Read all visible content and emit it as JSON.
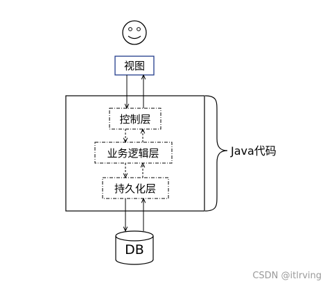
{
  "view_label": "视图",
  "layers": {
    "control": "控制层",
    "business": "业务逻辑层",
    "persistence": "持久化层"
  },
  "brace_label": "Java代码",
  "database_label": "DB",
  "watermark": "CSDN @itlrving",
  "colors": {
    "view_border": "#1f3a8a",
    "line": "#000000",
    "watermark": "#9a9a9a"
  },
  "icons": [
    "smiley-face-icon",
    "database-cylinder-icon"
  ]
}
